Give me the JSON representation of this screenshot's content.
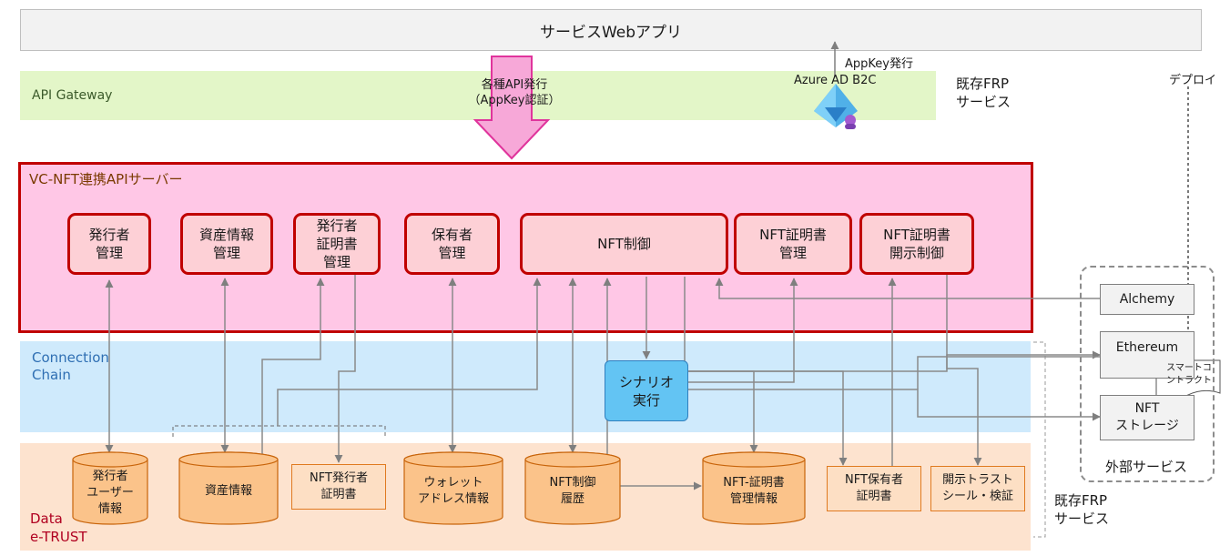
{
  "top": {
    "web_app": "サービスWebアプリ"
  },
  "gateway": {
    "label": "API Gateway",
    "api_issue": "各種API発行\n（AppKey認証）",
    "azure": "Azure AD B2C",
    "appkey": "AppKey発行"
  },
  "frp_top": "既存FRP\nサービス",
  "frp_bottom": "既存FRP\nサービス",
  "deploy": "デプロイ",
  "vc": {
    "title": "VC-NFT連携APIサーバー",
    "modules": [
      "発行者\n管理",
      "資産情報\n管理",
      "発行者\n証明書\n管理",
      "保有者\n管理",
      "NFT制御",
      "NFT証明書\n管理",
      "NFT証明書\n開示制御"
    ]
  },
  "connection": {
    "label": "Connection\nChain",
    "scenario": "シナリオ\n実行"
  },
  "data": {
    "label": "Data\ne-TRUST",
    "stores": [
      "発行者\nユーザー\n情報",
      "資産情報",
      "NFT発行者\n証明書",
      "ウォレット\nアドレス情報",
      "NFT制御\n履歴",
      "NFT-証明書\n管理情報",
      "NFT保有者\n証明書",
      "開示トラスト\nシール・検証"
    ]
  },
  "external": {
    "alchemy": "Alchemy",
    "ethereum": "Ethereum",
    "contract": "スマートコ\nントラクト",
    "storage": "NFT\nストレージ",
    "label": "外部サービス"
  },
  "colors": {
    "frame_red": "#c00000",
    "vc_bg": "#ffc7e6",
    "gateway_bg": "#e3f6c8",
    "connection_bg": "#cfeafc",
    "data_bg": "#fde3cf",
    "scenario": "#63c4f3",
    "arrow_pink": "#f7a8d8"
  }
}
